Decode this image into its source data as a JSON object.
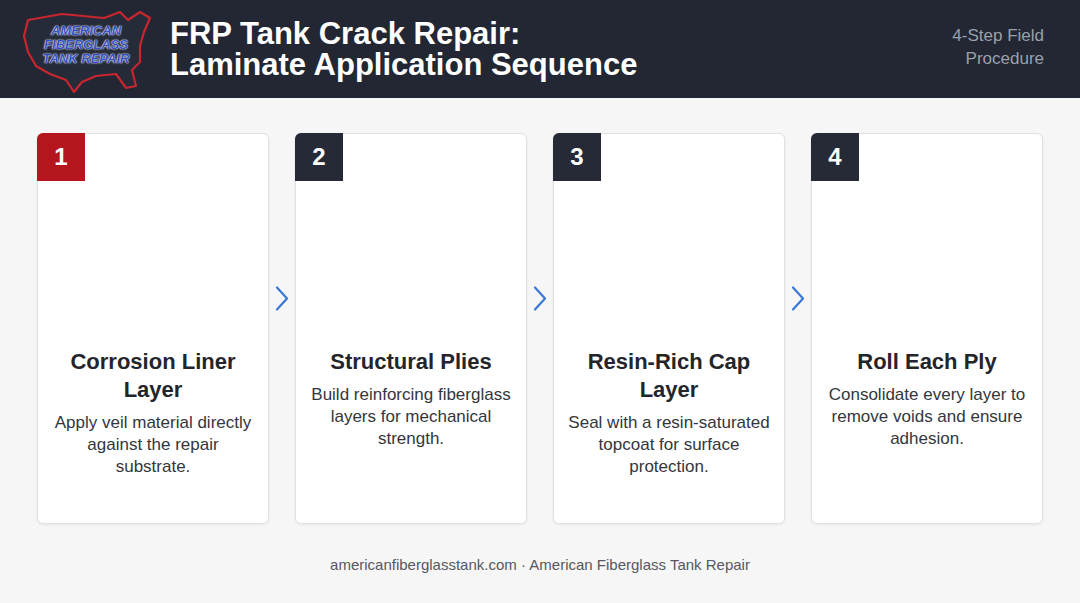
{
  "diagram": {
    "title": "FRP Tank Crack Repair: Laminate Application Sequence",
    "nodes": [
      {
        "text": [
          "Corrosion Liner Layer",
          "Apply veil material directly against the repair substrate."
        ]
      },
      {
        "text": [
          "1"
        ],
        "in": 0
      },
      {
        "text": [
          "Structural Plies",
          "Build reinforcing fiberglass layers for mechanical strength."
        ]
      },
      {
        "text": [
          "2"
        ],
        "in": 2
      },
      {
        "text": [
          "Resin-Rich Cap Layer",
          "Seal with a resin-saturated topcoat for surface protection."
        ]
      },
      {
        "text": [
          "3"
        ],
        "in": 4
      },
      {
        "text": [
          "Roll Each Ply",
          "Consolidate every layer to remove voids and ensure adhesion."
        ]
      },
      {
        "text": [
          "4"
        ],
        "in": 6
      }
    ],
    "edges": [
      {
        "from": 0,
        "to": 2,
        "arrow": "to"
      },
      {
        "from": 2,
        "to": 4,
        "arrow": "to"
      },
      {
        "from": 4,
        "to": 6,
        "arrow": "to"
      }
    ],
    "labels": [
      "AMERICAN FIBERGLASS TANK REPAIR",
      "4-Step Field Procedure",
      "americanfiberglasstank.com · American Fiberglass Tank Repair"
    ]
  }
}
